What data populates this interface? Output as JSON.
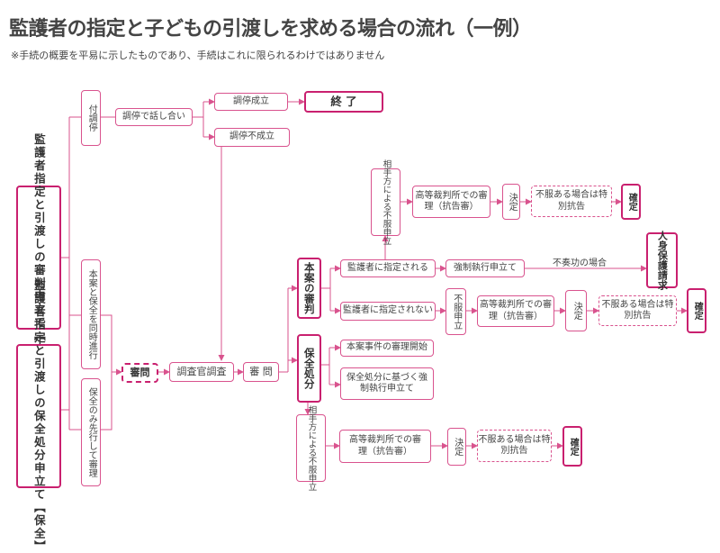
{
  "title": "監護者の指定と子どもの引渡しを求める場合の流れ（一例）",
  "note": "※手続の概要を平易に示したものであり、手続はこれに限られるわけではありません",
  "accent_color": "#d9538e",
  "nodes": {
    "case_main": "監護者指定と引渡しの審判申立て【本案】",
    "case_interim": "監護者指定と引渡しの保全処分申立て【保全】",
    "appended_mediation": "付調停",
    "concurrent": "本案と保全を同時進行",
    "interim_first": "保全のみ先行して審理",
    "mediation_talk": "調停で話し合い",
    "mediation_success": "調停成立",
    "mediation_failure": "調停不成立",
    "end": "終 了",
    "hearing_left": "審問",
    "investigation": "調査官調査",
    "hearing_mid": "審 問",
    "main_trial": "本案の審判",
    "interim_disposition": "保全処分",
    "opponent_top": "相手方による不服申立",
    "high_court_top": "高等裁判所での審理（抗告審）",
    "decision_top": "決定",
    "special_appeal_top": "不服ある場合は特別抗告",
    "final_top": "確定",
    "designated": "監護者に指定される",
    "enforcement": "強制執行申立て",
    "unsuccessful_label": "不奏功の場合",
    "habeas_corpus": "人身保護請求",
    "not_designated": "監護者に指定されない",
    "appeal_mid": "不服申立",
    "high_court_mid": "高等裁判所での審理（抗告審）",
    "decision_mid": "決定",
    "special_appeal_mid": "不服ある場合は特別抗告",
    "final_mid": "確定",
    "start_main_trial": "本案事件の審理開始",
    "enforcement_interim": "保全処分に基づく強制執行申立て",
    "opponent_bottom": "相手方による不服申立",
    "high_court_bottom": "高等裁判所での審理（抗告審）",
    "decision_bottom": "決定",
    "special_appeal_bottom": "不服ある場合は特別抗告",
    "final_bottom": "確定"
  }
}
